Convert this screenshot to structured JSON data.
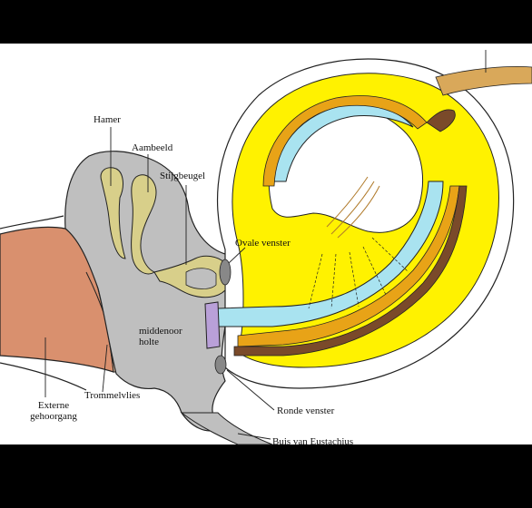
{
  "labels": {
    "hamer": "Hamer",
    "aambeeld": "Aambeeld",
    "stijgbeugel": "Stijgbeugel",
    "ovale_venster": "Ovale venster",
    "middenoor_holte": "middenoor holte",
    "trommelvlies": "Trommelvlies",
    "externe_gehoorgang": "Externe gehoorgang",
    "ronde_venster": "Ronde venster",
    "buis_van_eustachius": "Buis van Eustachius"
  },
  "colors": {
    "background_frame": "#000000",
    "canvas": "#ffffff",
    "cochlea_fluid": "#fff200",
    "scala_media": "#a9e3f0",
    "basilar_membrane": "#e8a317",
    "bone": "#bfbfbf",
    "ossicles": "#d8cf8a",
    "ear_canal": "#d9906e",
    "eardrum": "#e8c2a4",
    "round_window": "#b9a0d8",
    "nerve": "#d9a85a"
  }
}
